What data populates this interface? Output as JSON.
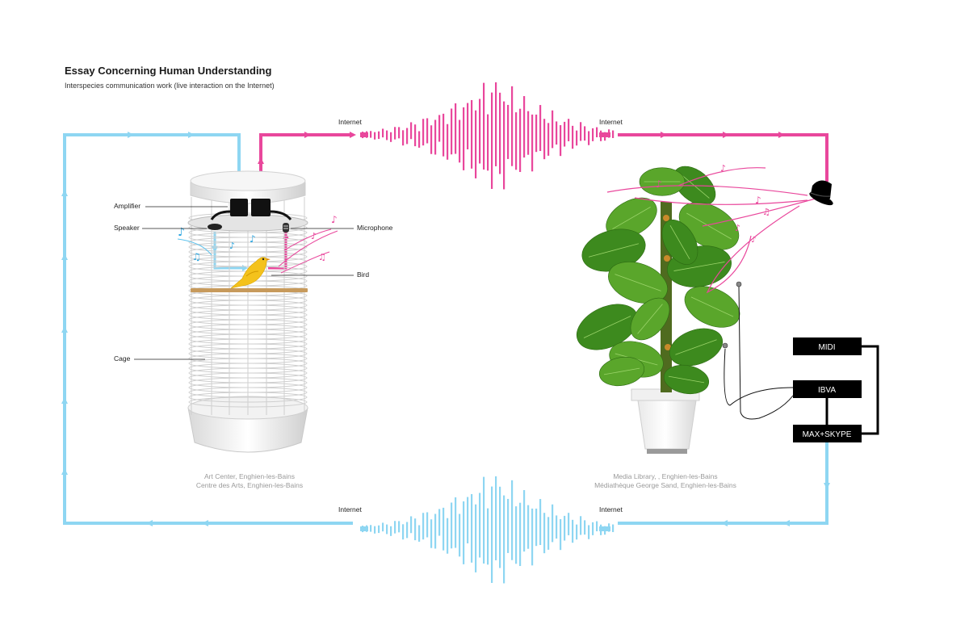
{
  "header": {
    "title": "Essay Concerning Human Understanding",
    "subtitle": "Interspecies communication work (live interaction on the Internet)"
  },
  "network": {
    "top_left": "Internet",
    "top_right": "Internet",
    "bottom_left": "Internet",
    "bottom_right": "Internet"
  },
  "cage_labels": {
    "amplifier": "Amplifier",
    "speaker": "Speaker",
    "microphone": "Microphone",
    "bird": "Bird",
    "cage": "Cage"
  },
  "locations": {
    "left_line1": "Art Center, Enghien-les-Bains",
    "left_line2": "Centre des Arts, Enghien-les-Bains",
    "right_line1": "Media Library, , Enghien-les-Bains",
    "right_line2": "Médiathèque George Sand, Enghien-les-Bains"
  },
  "devices": {
    "midi": "MIDI",
    "ibva": "IBVA",
    "max_skype": "MAX+SKYPE"
  },
  "colors": {
    "pink": "#e9479c",
    "blue": "#8ed6f2",
    "black": "#000000",
    "bird_yellow": "#f4c21c",
    "leaf_green": "#3d8a1e"
  }
}
